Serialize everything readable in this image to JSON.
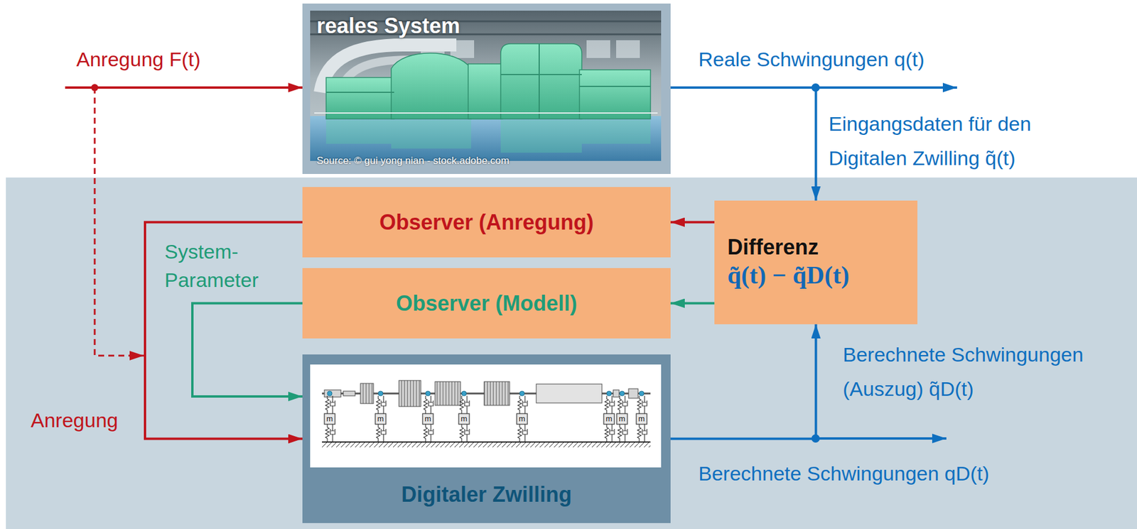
{
  "diagram": {
    "nodes": [
      {
        "text": [
          "reales System",
          "Source: © gui yong nian - stock.adobe.com"
        ]
      },
      {
        "text": [
          "Observer (Anregung)"
        ]
      },
      {
        "text": [
          "Differenz",
          "q̃(t) − q̃D(t)"
        ]
      },
      {
        "text": [
          "Observer (Modell)"
        ]
      },
      {
        "text": [
          "Digitaler Zwilling"
        ]
      }
    ],
    "edges": [
      {
        "from": 2,
        "to": 1,
        "arrow": "to"
      },
      {
        "from": 2,
        "to": 3,
        "arrow": "to"
      },
      {
        "from": 1,
        "to": 4,
        "label": "Anregung",
        "arrow": "to"
      },
      {
        "from": 3,
        "to": 4,
        "label": "System- Parameter",
        "arrow": "to"
      },
      {
        "from": 0,
        "to": 2,
        "label": "Eingangsdaten für den Digitalen Zwilling q̃(t)",
        "arrow": "to"
      },
      {
        "from": 4,
        "to": 2,
        "label": "Berechnete Schwingungen (Auszug) q̃D(t)",
        "arrow": "to"
      }
    ],
    "labels": [
      "Anregung F(t)",
      "Reale Schwingungen q(t)",
      "Berechnete Schwingungen qD(t)",
      "m",
      "m",
      "m",
      "m",
      "m",
      "m",
      "m",
      "m"
    ]
  }
}
